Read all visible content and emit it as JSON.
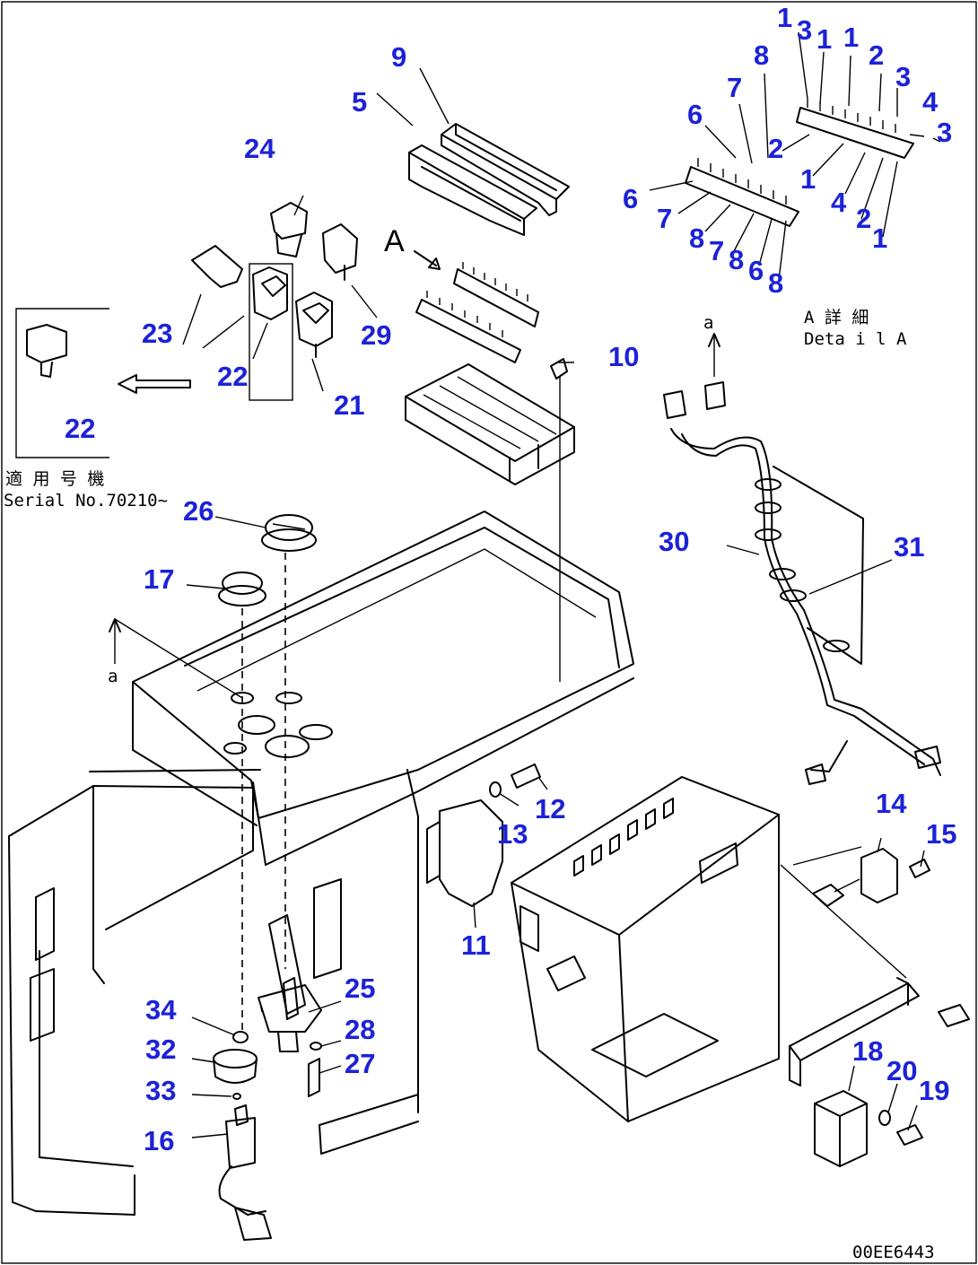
{
  "diagram": {
    "view_label": "A",
    "detail_label_jp": "A 詳 細",
    "detail_label_en": "Deta i l A",
    "arrow_label_top": "a",
    "arrow_label_left": "a",
    "serial_label_jp": "適 用 号 機",
    "serial_label_en": "Serial No.70210~",
    "drawing_code": "00EE6443",
    "part_numbers": [
      "1",
      "2",
      "3",
      "4",
      "5",
      "6",
      "7",
      "8",
      "9",
      "10",
      "11",
      "12",
      "13",
      "14",
      "15",
      "16",
      "17",
      "18",
      "19",
      "20",
      "21",
      "22",
      "23",
      "24",
      "25",
      "26",
      "27",
      "28",
      "29",
      "30",
      "31",
      "32",
      "33",
      "34"
    ],
    "detail_callouts": [
      "1",
      "3",
      "1",
      "1",
      "2",
      "3",
      "4",
      "8",
      "7",
      "6",
      "2",
      "1",
      "4",
      "2",
      "1",
      "3",
      "6",
      "7",
      "8",
      "7",
      "8",
      "6",
      "8"
    ]
  }
}
